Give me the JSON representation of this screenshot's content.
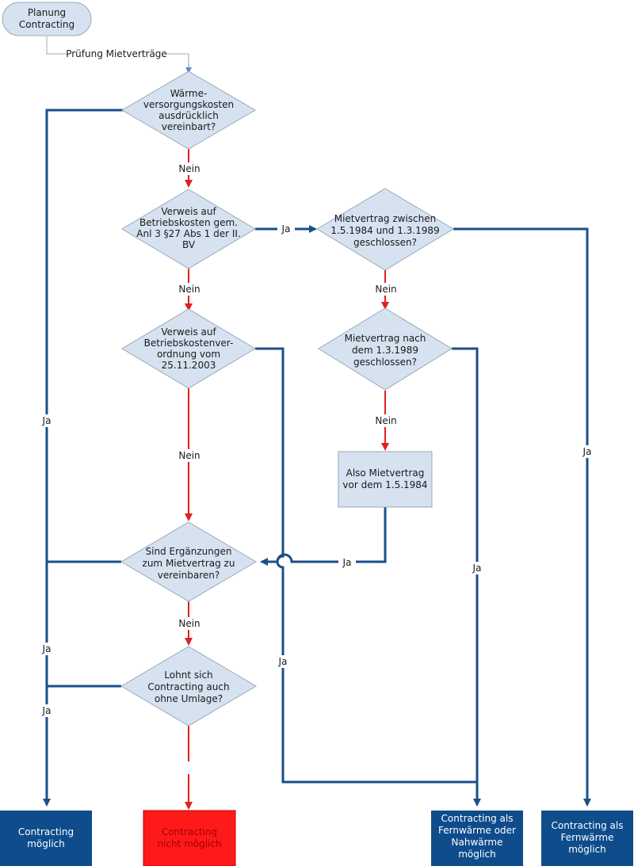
{
  "start": {
    "lines": [
      "Planung",
      "Contracting"
    ]
  },
  "edges": {
    "start_to_d1": "Prüfung Mietverträge",
    "d1_no": "Nein",
    "d1_yes": "Ja",
    "d2_no": "Nein",
    "d2_yes": "Ja",
    "d3_no": "Nein",
    "d3_yes": "Ja",
    "d4_no": "Nein",
    "d4_yes": "Ja",
    "d5_no": "Nein",
    "d5_yes": "Ja",
    "d6_no": "Nein",
    "d6_yes": "Ja",
    "d7_yes": "Ja",
    "box_yes": "Ja"
  },
  "decisions": {
    "d1": [
      "Wärme-",
      "versorgungskosten",
      "ausdrücklich",
      "vereinbart?"
    ],
    "d2": [
      "Verweis auf",
      "Betriebskosten gem.",
      "Anl 3 §27 Abs 1 der II.",
      "BV"
    ],
    "d3": [
      "Verweis auf",
      "Betriebskostenver-",
      "ordnung vom",
      "25.11.2003"
    ],
    "d4": [
      "Mietvertrag zwischen",
      "1.5.1984 und 1.3.1989",
      "geschlossen?"
    ],
    "d5": [
      "Mietvertrag nach",
      "dem 1.3.1989",
      "geschlossen?"
    ],
    "d6": [
      "Sind Ergänzungen",
      "zum Mietvertrag zu",
      "vereinbaren?"
    ],
    "d7": [
      "Lohnt sich",
      "Contracting auch",
      "ohne Umlage?"
    ]
  },
  "process": {
    "lines": [
      "Also Mietvertrag",
      "vor dem 1.5.1984"
    ]
  },
  "terminals": {
    "t1": [
      "Contracting",
      "möglich"
    ],
    "t2": [
      "Contracting",
      "nicht möglich"
    ],
    "t3": [
      "Contracting als",
      "Fernwärme oder",
      "Nahwärme",
      "möglich"
    ],
    "t4": [
      "Contracting als",
      "Fernwärme",
      "möglich"
    ]
  },
  "colors": {
    "decision_fill": "#d6e2f0",
    "decision_stroke": "#9aa8b8",
    "blue_line": "#1a4f8b",
    "red_line": "#e02020",
    "terminal_blue": "#0e4c8c",
    "terminal_red": "#ff1a1a"
  }
}
